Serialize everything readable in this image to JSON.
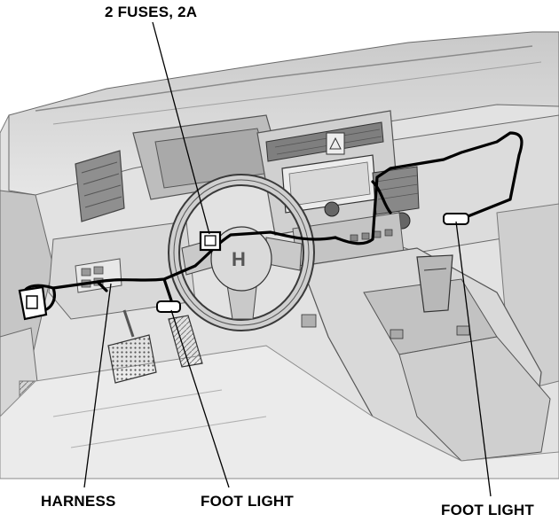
{
  "callouts": {
    "fuses": "2 FUSES, 2A",
    "harness": "HARNESS",
    "foot_light_left": "FOOT LIGHT",
    "foot_light_right": "FOOT LIGHT"
  },
  "colors": {
    "interior_base": "#d4d4d4",
    "interior_light": "#ececec",
    "interior_dark": "#9a9a9a",
    "outline": "#6a6a6a",
    "harness_wire": "#000000",
    "text": "#000000"
  }
}
